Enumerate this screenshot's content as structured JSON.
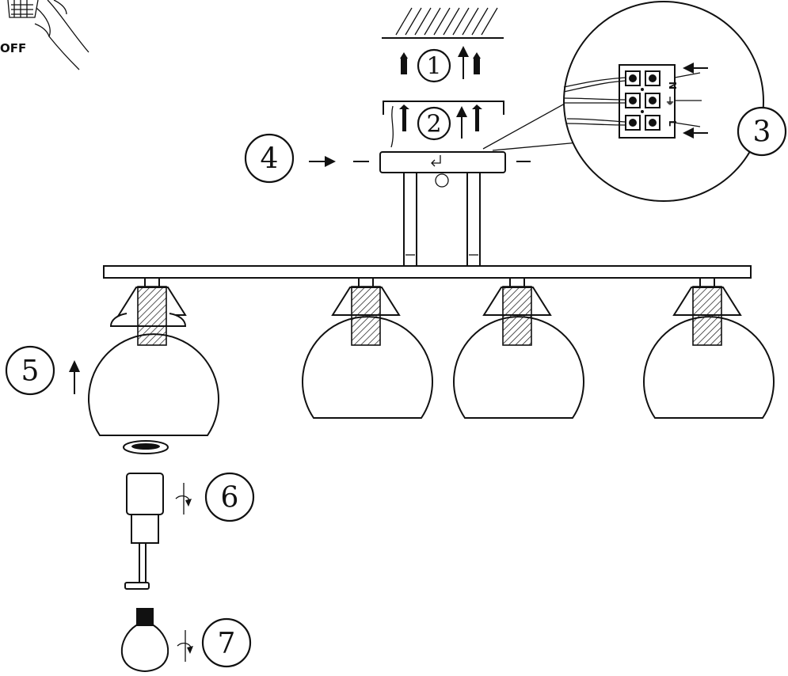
{
  "power_switch": {
    "label": "OFF"
  },
  "steps": [
    {
      "id": "step-1",
      "number": "1"
    },
    {
      "id": "step-2",
      "number": "2"
    },
    {
      "id": "step-3",
      "number": "3"
    },
    {
      "id": "step-4",
      "number": "4"
    },
    {
      "id": "step-5",
      "number": "5"
    },
    {
      "id": "step-6",
      "number": "6"
    },
    {
      "id": "step-7",
      "number": "7"
    }
  ],
  "terminal_labels": {
    "neutral": "N",
    "earth": "⏚",
    "live": "L"
  },
  "colors": {
    "line": "#111111",
    "background": "#ffffff"
  }
}
